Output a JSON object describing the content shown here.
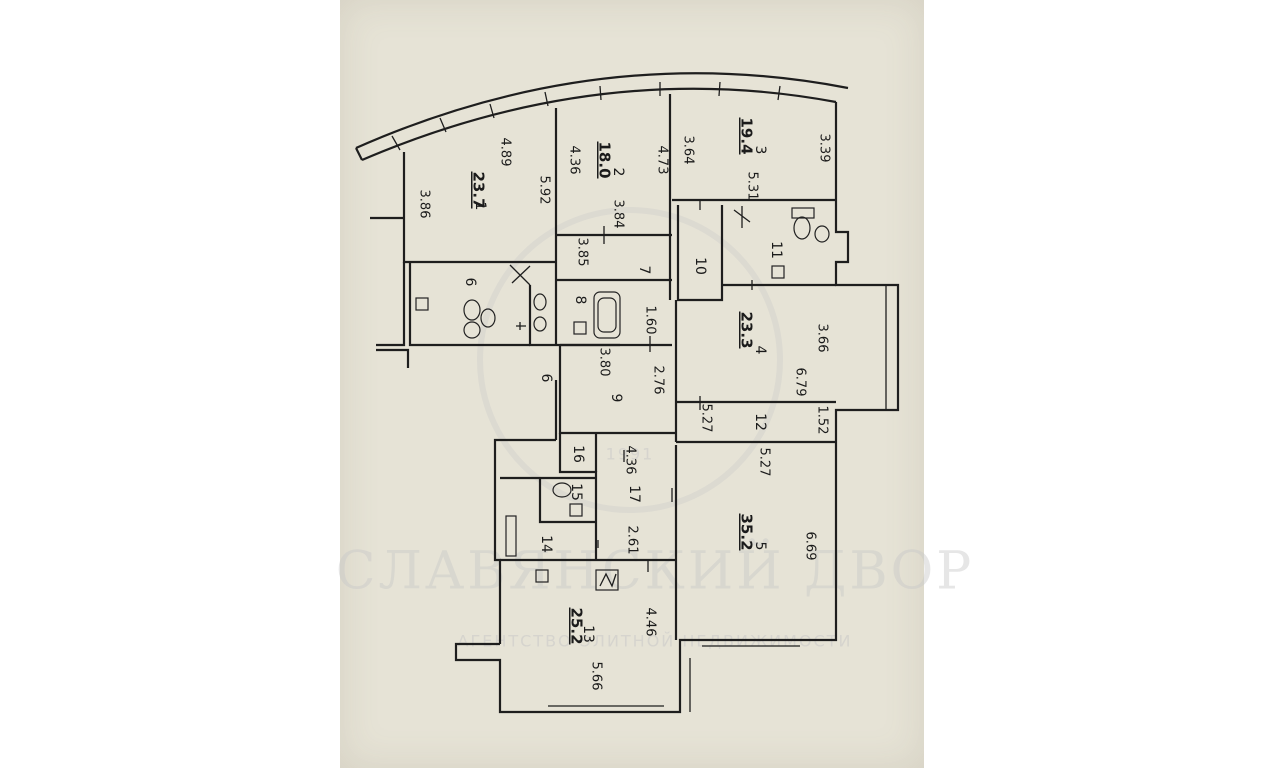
{
  "watermark": {
    "title": "СЛАВЯНСКИЙ ДВОР",
    "subtitle": "АГЕНТСТВО ЭЛИТНОЙ НЕДВИЖИМОСТИ",
    "year": "1991"
  },
  "rooms": [
    {
      "id": "1",
      "area": "23.7",
      "dims": [
        "4.89",
        "3.86",
        "5.92"
      ]
    },
    {
      "id": "2",
      "area": "18.0",
      "dims": [
        "4.36",
        "4.73",
        "3.84"
      ]
    },
    {
      "id": "3",
      "area": "19.4",
      "dims": [
        "3.64",
        "3.39",
        "5.31"
      ]
    },
    {
      "id": "4",
      "area": "23.3",
      "dims": [
        "3.66",
        "6.79"
      ]
    },
    {
      "id": "5",
      "area": "35.2",
      "dims": [
        "5.27",
        "6.69"
      ]
    },
    {
      "id": "6",
      "dims": []
    },
    {
      "id": "7",
      "dims": [
        "3.85"
      ]
    },
    {
      "id": "8",
      "dims": [
        "1.60"
      ]
    },
    {
      "id": "9",
      "dims": [
        "3.80",
        "2.76"
      ]
    },
    {
      "id": "10",
      "dims": []
    },
    {
      "id": "11",
      "dims": []
    },
    {
      "id": "12",
      "dims": [
        "5.27",
        "1.52"
      ]
    },
    {
      "id": "13",
      "area": "25.2",
      "dims": [
        "4.46",
        "5.66"
      ]
    },
    {
      "id": "14",
      "dims": []
    },
    {
      "id": "15",
      "dims": []
    },
    {
      "id": "16",
      "dims": []
    },
    {
      "id": "17",
      "dims": [
        "4.36",
        "2.61"
      ]
    }
  ],
  "corridor_label": "6"
}
